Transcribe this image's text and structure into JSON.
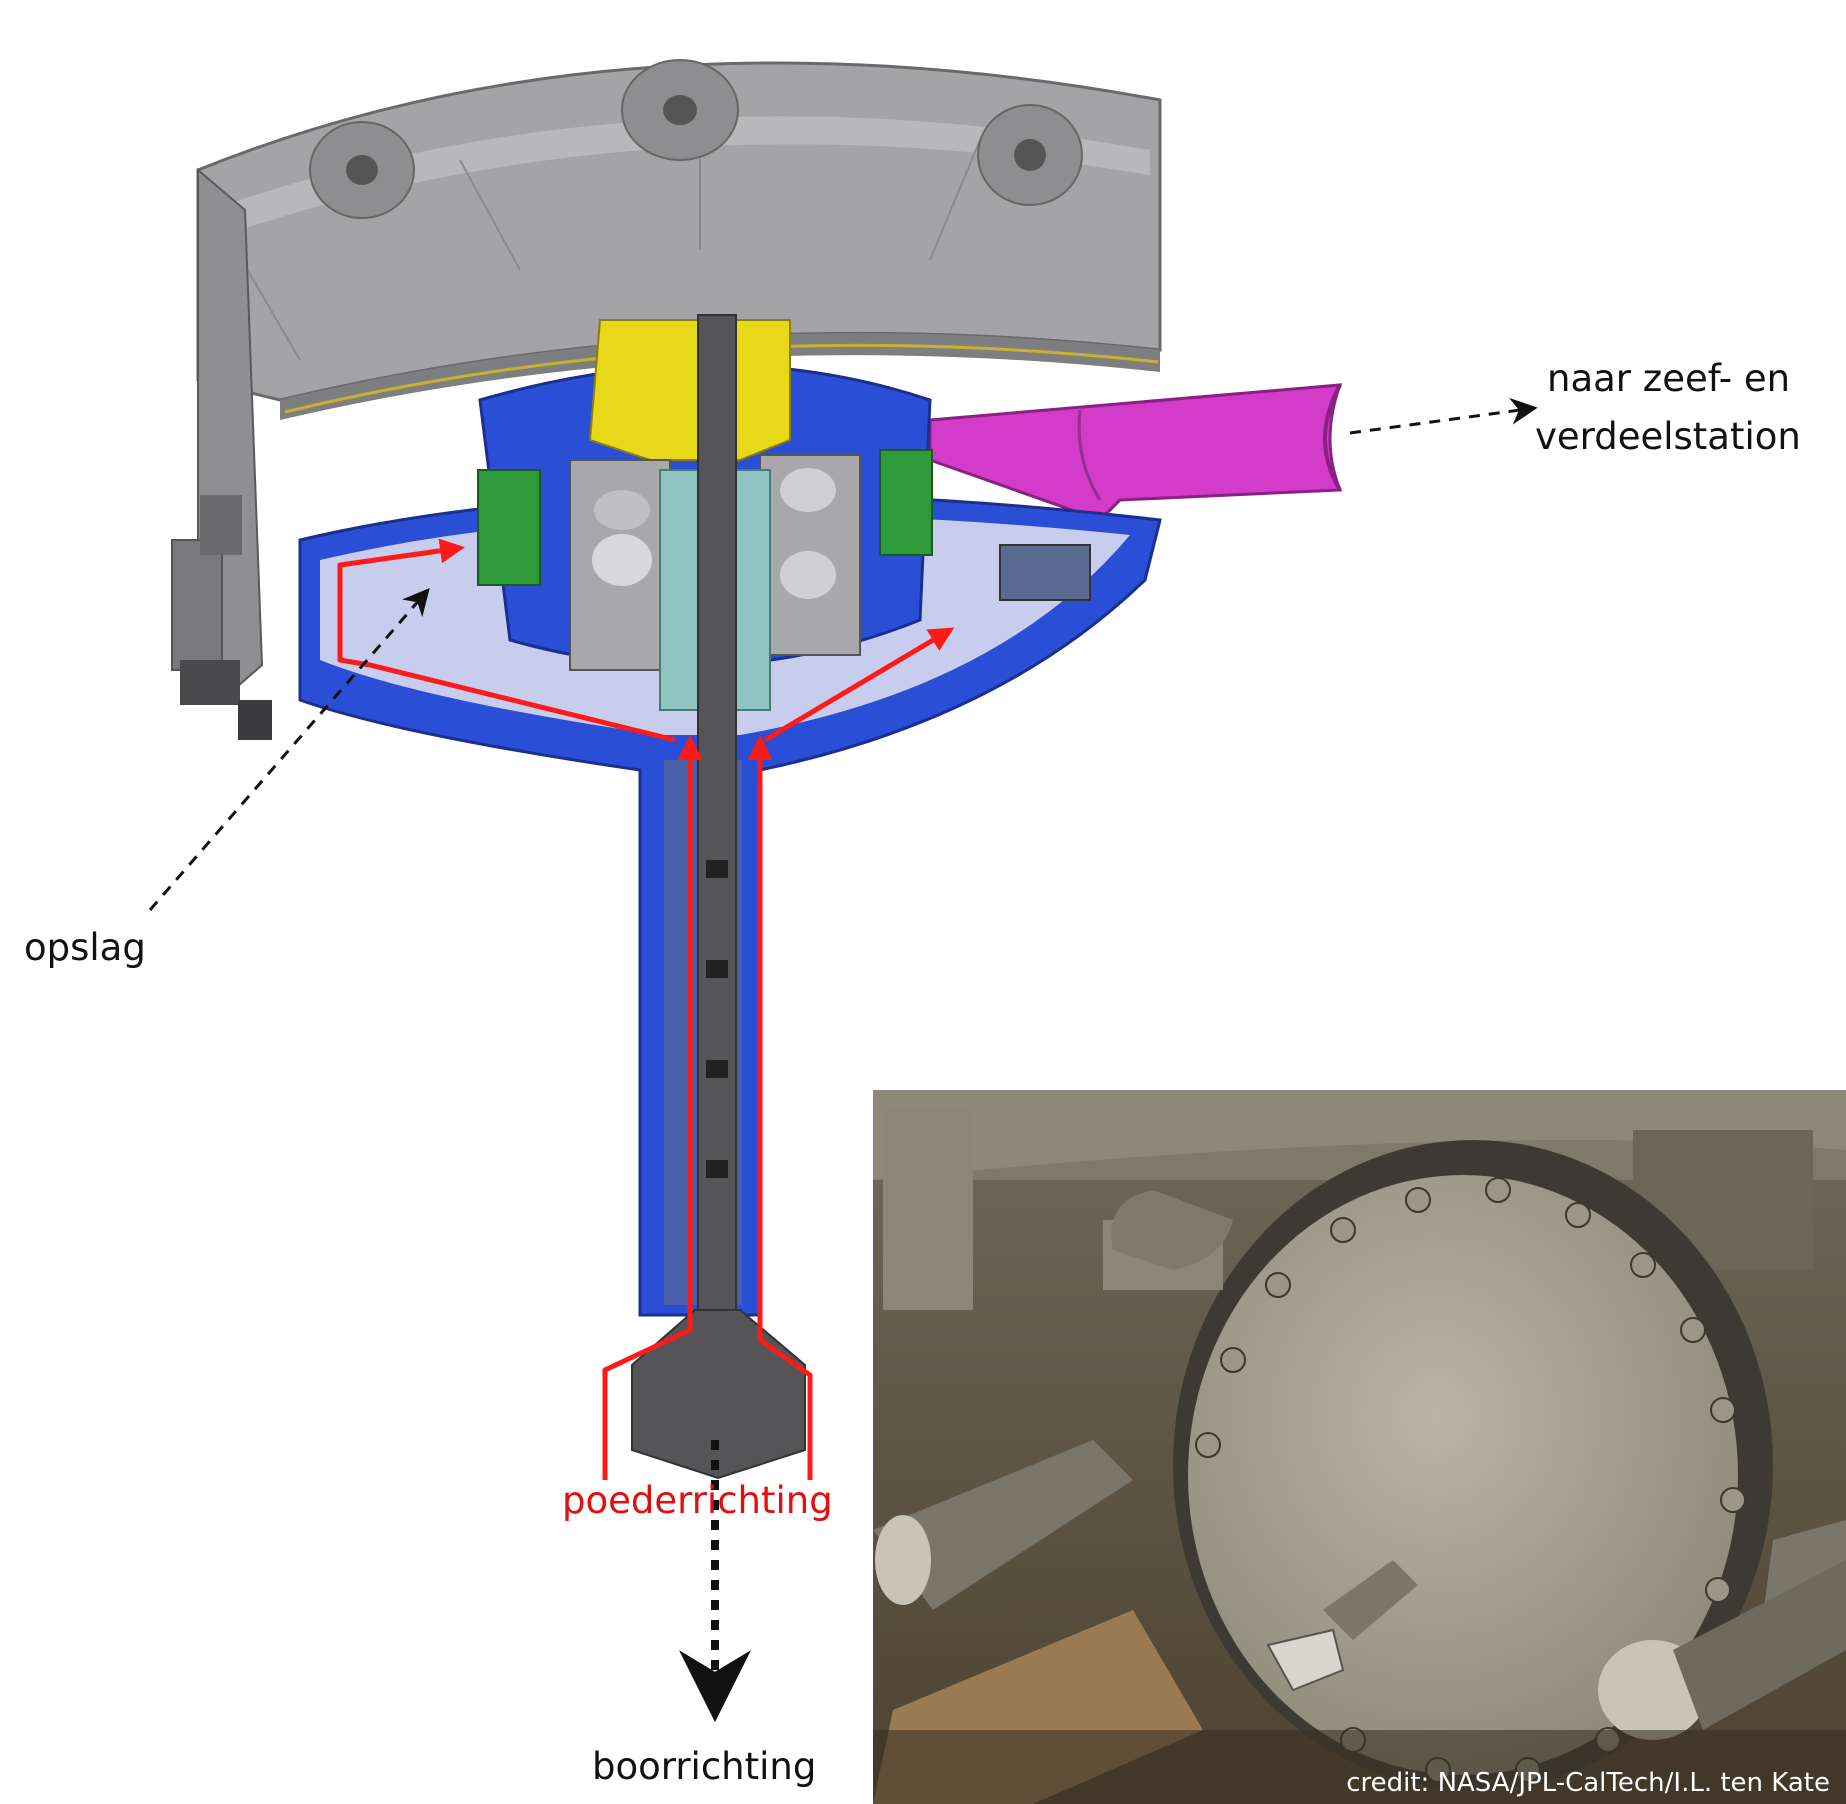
{
  "labels": {
    "to_sieve_line1": "naar zeef- en",
    "to_sieve_line2": "verdeelstation",
    "storage": "opslag",
    "powder_direction": "poederrichting",
    "drill_direction": "boorrichting",
    "credit": "credit: NASA/JPL-CalTech/I.L. ten Kate"
  },
  "colors": {
    "housing_gray": "#9a9a9c",
    "blue_funnel": "#2a4fd6",
    "funnel_light": "#c8cdee",
    "chute_magenta": "#d23cc8",
    "gear_yellow": "#e8d81a",
    "green_part": "#2f9a3a",
    "shaft_dark": "#555558",
    "cyan_part": "#8fc4c0",
    "powder_arrow_red": "#ff1a1a",
    "arrow_black": "#111111"
  }
}
